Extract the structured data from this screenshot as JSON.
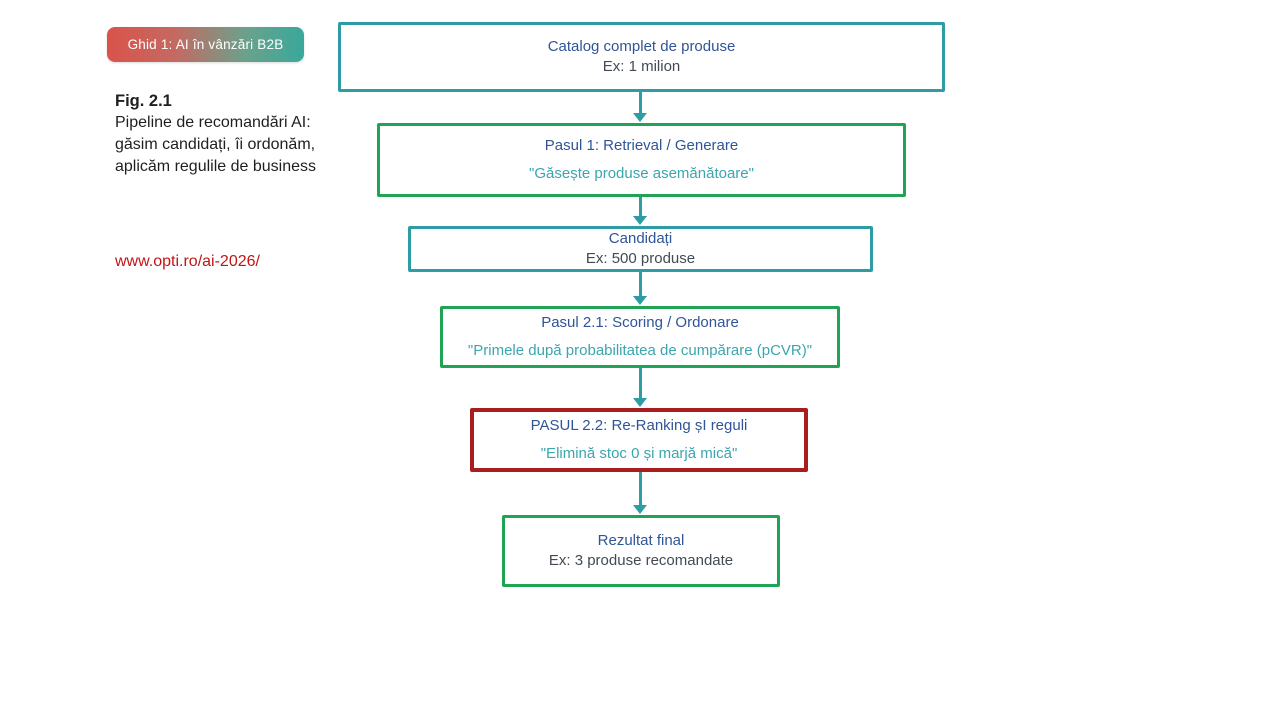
{
  "badge": {
    "label": "Ghid 1: AI în vânzări B2B",
    "gradient_from": "#d9534a",
    "gradient_to": "#39a89b"
  },
  "sidebar": {
    "fig_label": "Fig. 2.1",
    "description": "Pipeline de recomandări AI: găsim candidați, îi ordonăm, aplicăm regulile de business",
    "link": "www.opti.ro/ai-2026/",
    "link_color": "#c21414"
  },
  "colors": {
    "teal_border": "#2e9ca5",
    "green_border": "#1fa455",
    "red_border": "#a81e1e",
    "title_blue": "#2f5597",
    "body_gray": "#424a55",
    "quote_teal": "#3aa6ae",
    "arrow_teal": "#2e9ca5"
  },
  "flowchart": {
    "nodes": [
      {
        "id": "catalog",
        "title": "Catalog complet de produse",
        "subtitle": "Ex: 1 milion",
        "border": "teal",
        "subtitle_style": "plain"
      },
      {
        "id": "pasul-1",
        "title": "Pasul 1: Retrieval / Generare",
        "subtitle": "\"Găsește produse asemănătoare\"",
        "border": "green",
        "subtitle_style": "quote"
      },
      {
        "id": "candidati",
        "title": "Candidați",
        "subtitle": "Ex: 500 produse",
        "border": "teal",
        "subtitle_style": "plain"
      },
      {
        "id": "pasul-2-1",
        "title": "Pasul 2.1: Scoring / Ordonare",
        "subtitle": "\"Primele după probabilitatea de cumpărare (pCVR)\"",
        "border": "green",
        "subtitle_style": "quote"
      },
      {
        "id": "pasul-2-2",
        "title": "PASUL 2.2: Re-Ranking șI reguli",
        "subtitle": "\"Elimină stoc 0 și marjă mică\"",
        "border": "red",
        "subtitle_style": "quote"
      },
      {
        "id": "rezultat",
        "title": "Rezultat final",
        "subtitle": "Ex: 3 produse recomandate",
        "border": "green",
        "subtitle_style": "plain"
      }
    ]
  }
}
